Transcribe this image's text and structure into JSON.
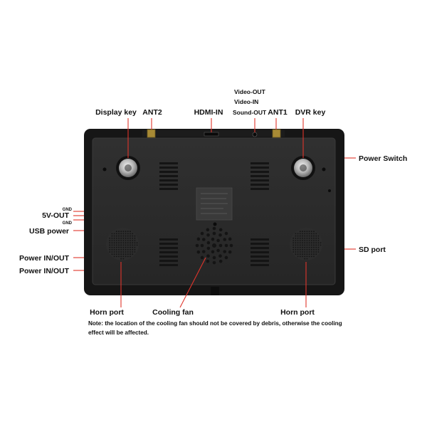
{
  "labels": {
    "display_key": "Display key",
    "ant2": "ANT2",
    "hdmi_in": "HDMI-IN",
    "video_out": "Video-OUT",
    "video_in": "Video-IN",
    "sound_out": "Sound-OUT",
    "ant1": "ANT1",
    "dvr_key": "DVR key",
    "power_switch": "Power Switch",
    "gnd_top": "GND",
    "five_v_out": "5V-OUT",
    "gnd_bottom": "GND",
    "usb_power": "USB power",
    "sd_port": "SD port",
    "power_in_out_1": "Power IN/OUT",
    "power_in_out_2": "Power IN/OUT",
    "horn_port_left": "Horn port",
    "cooling_fan": "Cooling fan",
    "horn_port_right": "Horn port"
  },
  "note": {
    "line1": "Note: the location of the cooling fan should not be covered by debris, otherwise the cooling",
    "line2": "effect will be affected."
  },
  "colors": {
    "leader_line": "#e0342b",
    "device_body": "#2b2b2b",
    "device_frame": "#161616"
  }
}
